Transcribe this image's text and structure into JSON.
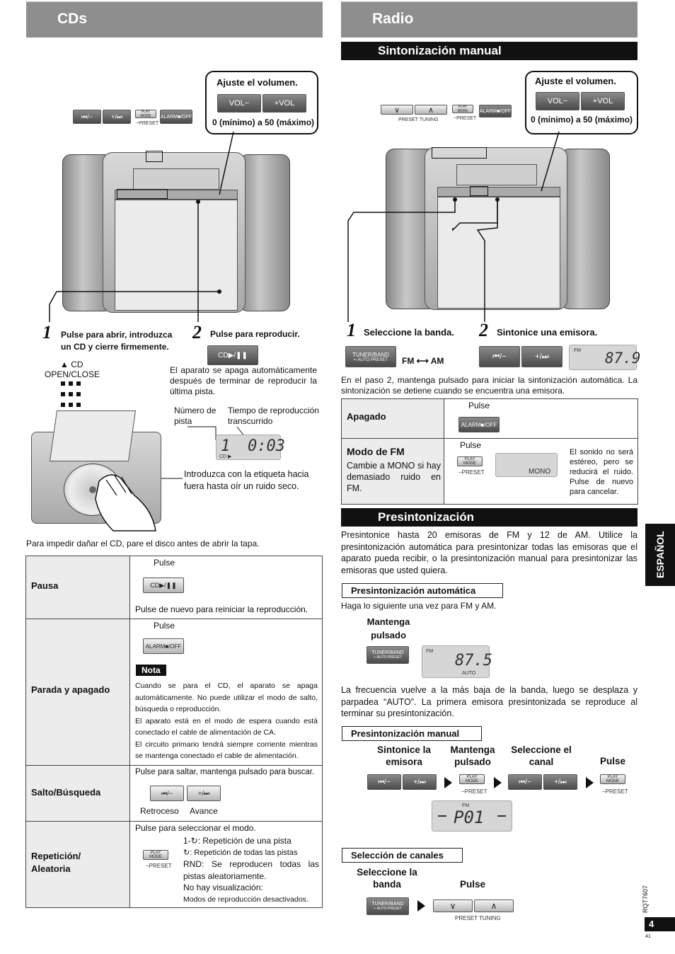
{
  "left": {
    "header": "CDs",
    "callout": {
      "title": "Ajuste el volumen.",
      "vol_down": "VOL−",
      "vol_up": "+VOL",
      "range": "0 (mínimo) a 50 (máximo)"
    },
    "panel_buttons": {
      "prev": "⏮/−",
      "next": "+/⏭",
      "play_mode": "PLAY MODE",
      "preset": "−PRESET",
      "alarm": "ALARM■/OFF"
    },
    "step1": {
      "num": "1",
      "text": "Pulse para abrir, introduzca un CD y cierre firmemente."
    },
    "step2": {
      "num": "2",
      "text": "Pulse para reproducir.",
      "button": "CD▶/❚❚"
    },
    "open_close": {
      "line1": "▲ CD",
      "line2": "OPEN/CLOSE"
    },
    "auto_off_note": "El aparato se apaga automáticamente después de terminar de reproducir la última pista.",
    "track_label": "Número de pista",
    "time_label": "Tiempo de reproducción transcurrido",
    "display": {
      "track": "1",
      "time": "0:03",
      "cd": "CD ▶"
    },
    "insert_note": "Introduzca con la etiqueta hacia fuera hasta oír un ruido seco.",
    "warning": "Para impedir dañar el CD, pare el disco antes de abrir la tapa.",
    "table": {
      "pausa": {
        "label": "Pausa",
        "pulse": "Pulse",
        "button": "CD▶/❚❚",
        "note": "Pulse de nuevo para reiniciar la reproducción."
      },
      "parada": {
        "label": "Parada y apagado",
        "pulse": "Pulse",
        "button": "ALARM■/OFF",
        "nota": "Nota",
        "p1": "Cuando se para el CD, el aparato se apaga automáticamente. No puede utilizar el modo de salto, búsqueda o reproducción.",
        "p2": "El aparato está en el modo de espera cuando está conectado el cable de alimentación de CA.",
        "p3": "El circuito primario tendrá siempre corriente mientras se mantenga conectado el cable de alimentación."
      },
      "salto": {
        "label": "Salto/Búsqueda",
        "note": "Pulse para saltar, mantenga pulsado para buscar.",
        "prev": "⏮/−",
        "next": "+/⏭",
        "back": "Retroceso",
        "fwd": "Avance"
      },
      "repeticion": {
        "label": "Repetición/ Aleatoria",
        "intro": "Pulse para seleccionar el modo.",
        "m1": "1-↻: Repetición de una pista",
        "m2": "↻: Repetición de todas las pistas",
        "m3": "RND: Se reproducen todas las pistas aleatoriamente.",
        "m4": "No hay visualización:",
        "m5": "Modos de reproducción desactivados.",
        "play_mode": "PLAY MODE",
        "preset": "−PRESET"
      }
    }
  },
  "right": {
    "header": "Radio",
    "sub1": "Sintonización manual",
    "callout": {
      "title": "Ajuste el volumen.",
      "vol_down": "VOL−",
      "vol_up": "+VOL",
      "range": "0 (mínimo) a 50 (máximo)"
    },
    "panel_buttons": {
      "down": "∨",
      "up": "∧",
      "preset_tuning": "PRESET TUNING",
      "play_mode": "PLAY MODE",
      "preset": "−PRESET",
      "alarm": "ALARM■/OFF"
    },
    "step1": {
      "num": "1",
      "text": "Seleccione la banda.",
      "button": "TUNER/BAND",
      "button2": "•−AUTO PRESET",
      "fmam": "FM ⟷ AM"
    },
    "step2": {
      "num": "2",
      "text": "Sintonice una emisora.",
      "prev": "⏮/−",
      "next": "+/⏭",
      "fm": "FM",
      "freq": "87.9"
    },
    "auto_note": "En el paso 2, mantenga pulsado para iniciar la sintonización automática. La sintonización se detiene cuando se encuentra una emisora.",
    "table": {
      "apagado": {
        "label": "Apagado",
        "pulse": "Pulse",
        "button": "ALARM■/OFF"
      },
      "modofm": {
        "label": "Modo de FM",
        "desc": "Cambie a MONO si hay demasiado ruido en FM.",
        "pulse": "Pulse",
        "play_mode": "PLAY MODE",
        "preset": "−PRESET",
        "mono": "MONO",
        "note": "El sonido no será estéreo, pero se reducirá el ruido. Pulse de nuevo para cancelar."
      }
    },
    "sub2": "Presintonización",
    "preset_intro": "Presintonice hasta 20 emisoras de FM y 12 de AM. Utilice la presintonización automática para presintonizar todas las emisoras que el aparato pueda recibir, o la presintonización manual para presintonizar las emisoras que usted quiera.",
    "auto": {
      "title": "Presintonización automática",
      "note": "Haga lo siguiente una vez para FM y AM.",
      "hold": "Mantenga pulsado",
      "button": "TUNER/BAND",
      "button2": "•−AUTO PRESET",
      "fm": "FM",
      "freq": "87.5",
      "auto": "AUTO",
      "after": "La frecuencia vuelve a la más baja de la banda, luego se desplaza y parpadea “AUTO”. La primera emisora presintonizada se reproduce al terminar su presintonización."
    },
    "manual": {
      "title": "Presintonización manual",
      "c1": "Sintonice la emisora",
      "c2": "Mantenga pulsado",
      "c3": "Seleccione el canal",
      "c4": "Pulse",
      "prev": "⏮/−",
      "next": "+/⏭",
      "play_mode": "PLAY MODE",
      "preset": "−PRESET",
      "fm": "FM",
      "disp": "P01"
    },
    "canales": {
      "title": "Selección de canales",
      "c1": "Seleccione la banda",
      "c2": "Pulse",
      "button": "TUNER/BAND",
      "button2": "•−AUTO PRESET",
      "down": "∨",
      "up": "∧",
      "preset_tuning": "PRESET TUNING"
    },
    "side_tab": "ESPAÑOL",
    "doc_code": "RQT7607",
    "page": "4",
    "small_page": "41"
  }
}
